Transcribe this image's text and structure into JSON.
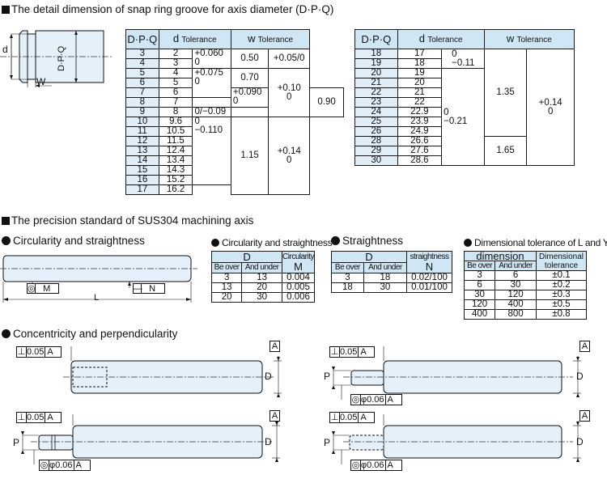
{
  "section1": {
    "title": "The detail dimension of snap ring groove for axis diameter (D·P·Q)"
  },
  "diagram1": {
    "d": "d",
    "w": "W",
    "dpq": "D·P·Q"
  },
  "groove_table1": {
    "headers": {
      "dpq": "D·P·Q",
      "d": "d",
      "w": "w",
      "tol": "Tolerance"
    },
    "dpq": [
      "3",
      "4",
      "5",
      "6",
      "7",
      "8",
      "9",
      "10",
      "11",
      "12",
      "13",
      "14",
      "15",
      "16",
      "17"
    ],
    "d": [
      "2",
      "3",
      "4",
      "5",
      "6",
      "7",
      "8",
      "9.6",
      "10.5",
      "11.5",
      "12.4",
      "13.4",
      "14.3",
      "15.2",
      "16.2"
    ],
    "d_tol": [
      "+0.060\n0",
      "+0.075\n0",
      "+0.090\n0",
      "0/−0.09",
      "0\n−0.110"
    ],
    "w": [
      "0.50",
      "0.70",
      "0.90",
      "1.15"
    ],
    "w_tol": [
      "+0.05/0",
      "+0.10\n0",
      "+0.14\n0"
    ]
  },
  "groove_table2": {
    "headers": {
      "dpq": "D·P·Q",
      "d": "d",
      "w": "w",
      "tol": "Tolerance"
    },
    "dpq": [
      "18",
      "19",
      "20",
      "21",
      "22",
      "23",
      "24",
      "25",
      "26",
      "28",
      "29",
      "30"
    ],
    "d": [
      "17",
      "18",
      "19",
      "20",
      "21",
      "22",
      "22.9",
      "23.9",
      "24.9",
      "26.6",
      "27.6",
      "28.6"
    ],
    "d_tol": [
      "0\n−0.11",
      "0\n−0.21"
    ],
    "w": [
      "1.35",
      "1.65"
    ],
    "w_tol": [
      "+0.14\n0"
    ]
  },
  "section2": {
    "title": "The precision standard of SUS304 machining axis"
  },
  "circ_straight": {
    "title": "Circularity and straightness",
    "m": "M",
    "n": "N",
    "l": "L"
  },
  "circ_table": {
    "title": "Circularity and straightness",
    "headers": {
      "d": "D",
      "be_over": "Be over",
      "and_under": "And under",
      "circ": "Circularity",
      "m": "M"
    },
    "rows": [
      [
        "3",
        "13",
        "0.004"
      ],
      [
        "13",
        "20",
        "0.005"
      ],
      [
        "20",
        "30",
        "0.006"
      ]
    ]
  },
  "straight_table": {
    "title": "Straightness",
    "headers": {
      "d": "D",
      "be_over": "Be over",
      "and_under": "And under",
      "straight": "straightness",
      "n": "N"
    },
    "rows": [
      [
        "3",
        "18",
        "0.02/100"
      ],
      [
        "18",
        "30",
        "0.01/100"
      ]
    ]
  },
  "dim_table": {
    "title": "Dimensional tolerance of L and Y",
    "headers": {
      "dimension": "dimension",
      "be_over": "Be over",
      "and_under": "And under",
      "tol": "Dimensional tolerance"
    },
    "rows": [
      [
        "3",
        "6",
        "±0.1"
      ],
      [
        "6",
        "30",
        "±0.2"
      ],
      [
        "30",
        "120",
        "±0.3"
      ],
      [
        "120",
        "400",
        "±0.5"
      ],
      [
        "400",
        "800",
        "±0.8"
      ]
    ]
  },
  "concentricity": {
    "title": "Concentricity and perpendicularity",
    "perp": "0.05",
    "datum": "A",
    "conc": "φ0.06",
    "d": "D",
    "p": "P"
  },
  "colors": {
    "header_fill": "#cfe6f5",
    "shaft_fill": "#e4f1fa",
    "line": "#111111"
  }
}
